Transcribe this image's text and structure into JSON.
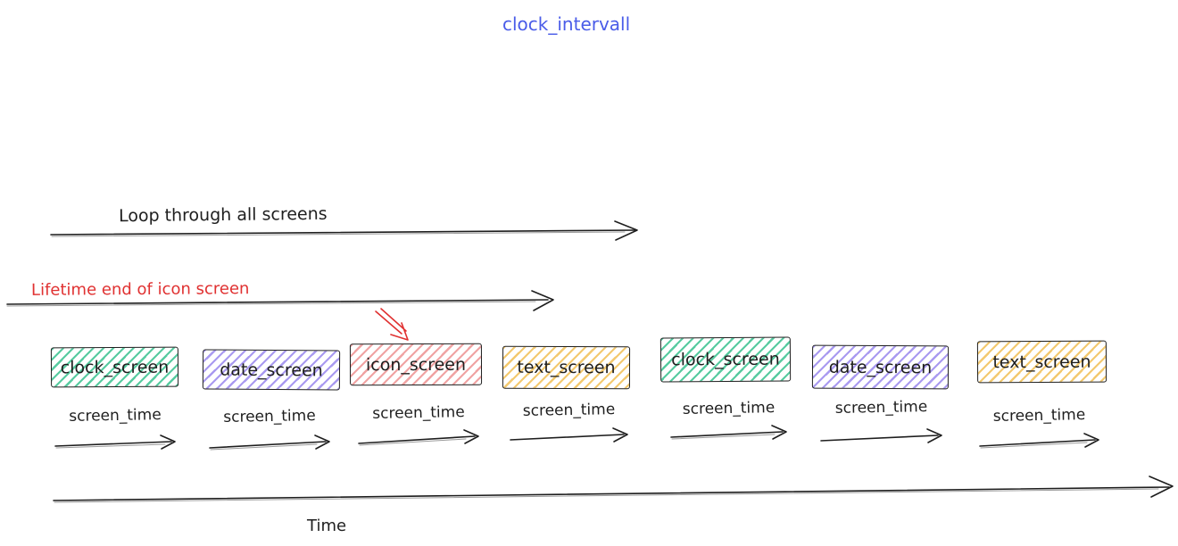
{
  "title": {
    "text": "clock_intervall",
    "color": "#4a5ce8"
  },
  "arrows": {
    "loop": {
      "label": "Loop through all screens",
      "color": "#1e1e1e"
    },
    "lifetime": {
      "label": "Lifetime end of icon screen",
      "color": "#e03131"
    },
    "time_axis": {
      "label": "Time",
      "color": "#1e1e1e"
    },
    "screen_time": {
      "label": "screen_time",
      "count": 7
    }
  },
  "screens": [
    {
      "label": "clock_screen",
      "fill": "#57cba0"
    },
    {
      "label": "date_screen",
      "fill": "#a99af0"
    },
    {
      "label": "icon_screen",
      "fill": "#f0a3a3",
      "annotated": true
    },
    {
      "label": "text_screen",
      "fill": "#f3c96f"
    },
    {
      "label": "clock_screen",
      "fill": "#57cba0"
    },
    {
      "label": "date_screen",
      "fill": "#a99af0"
    },
    {
      "label": "text_screen",
      "fill": "#f3c96f"
    }
  ]
}
